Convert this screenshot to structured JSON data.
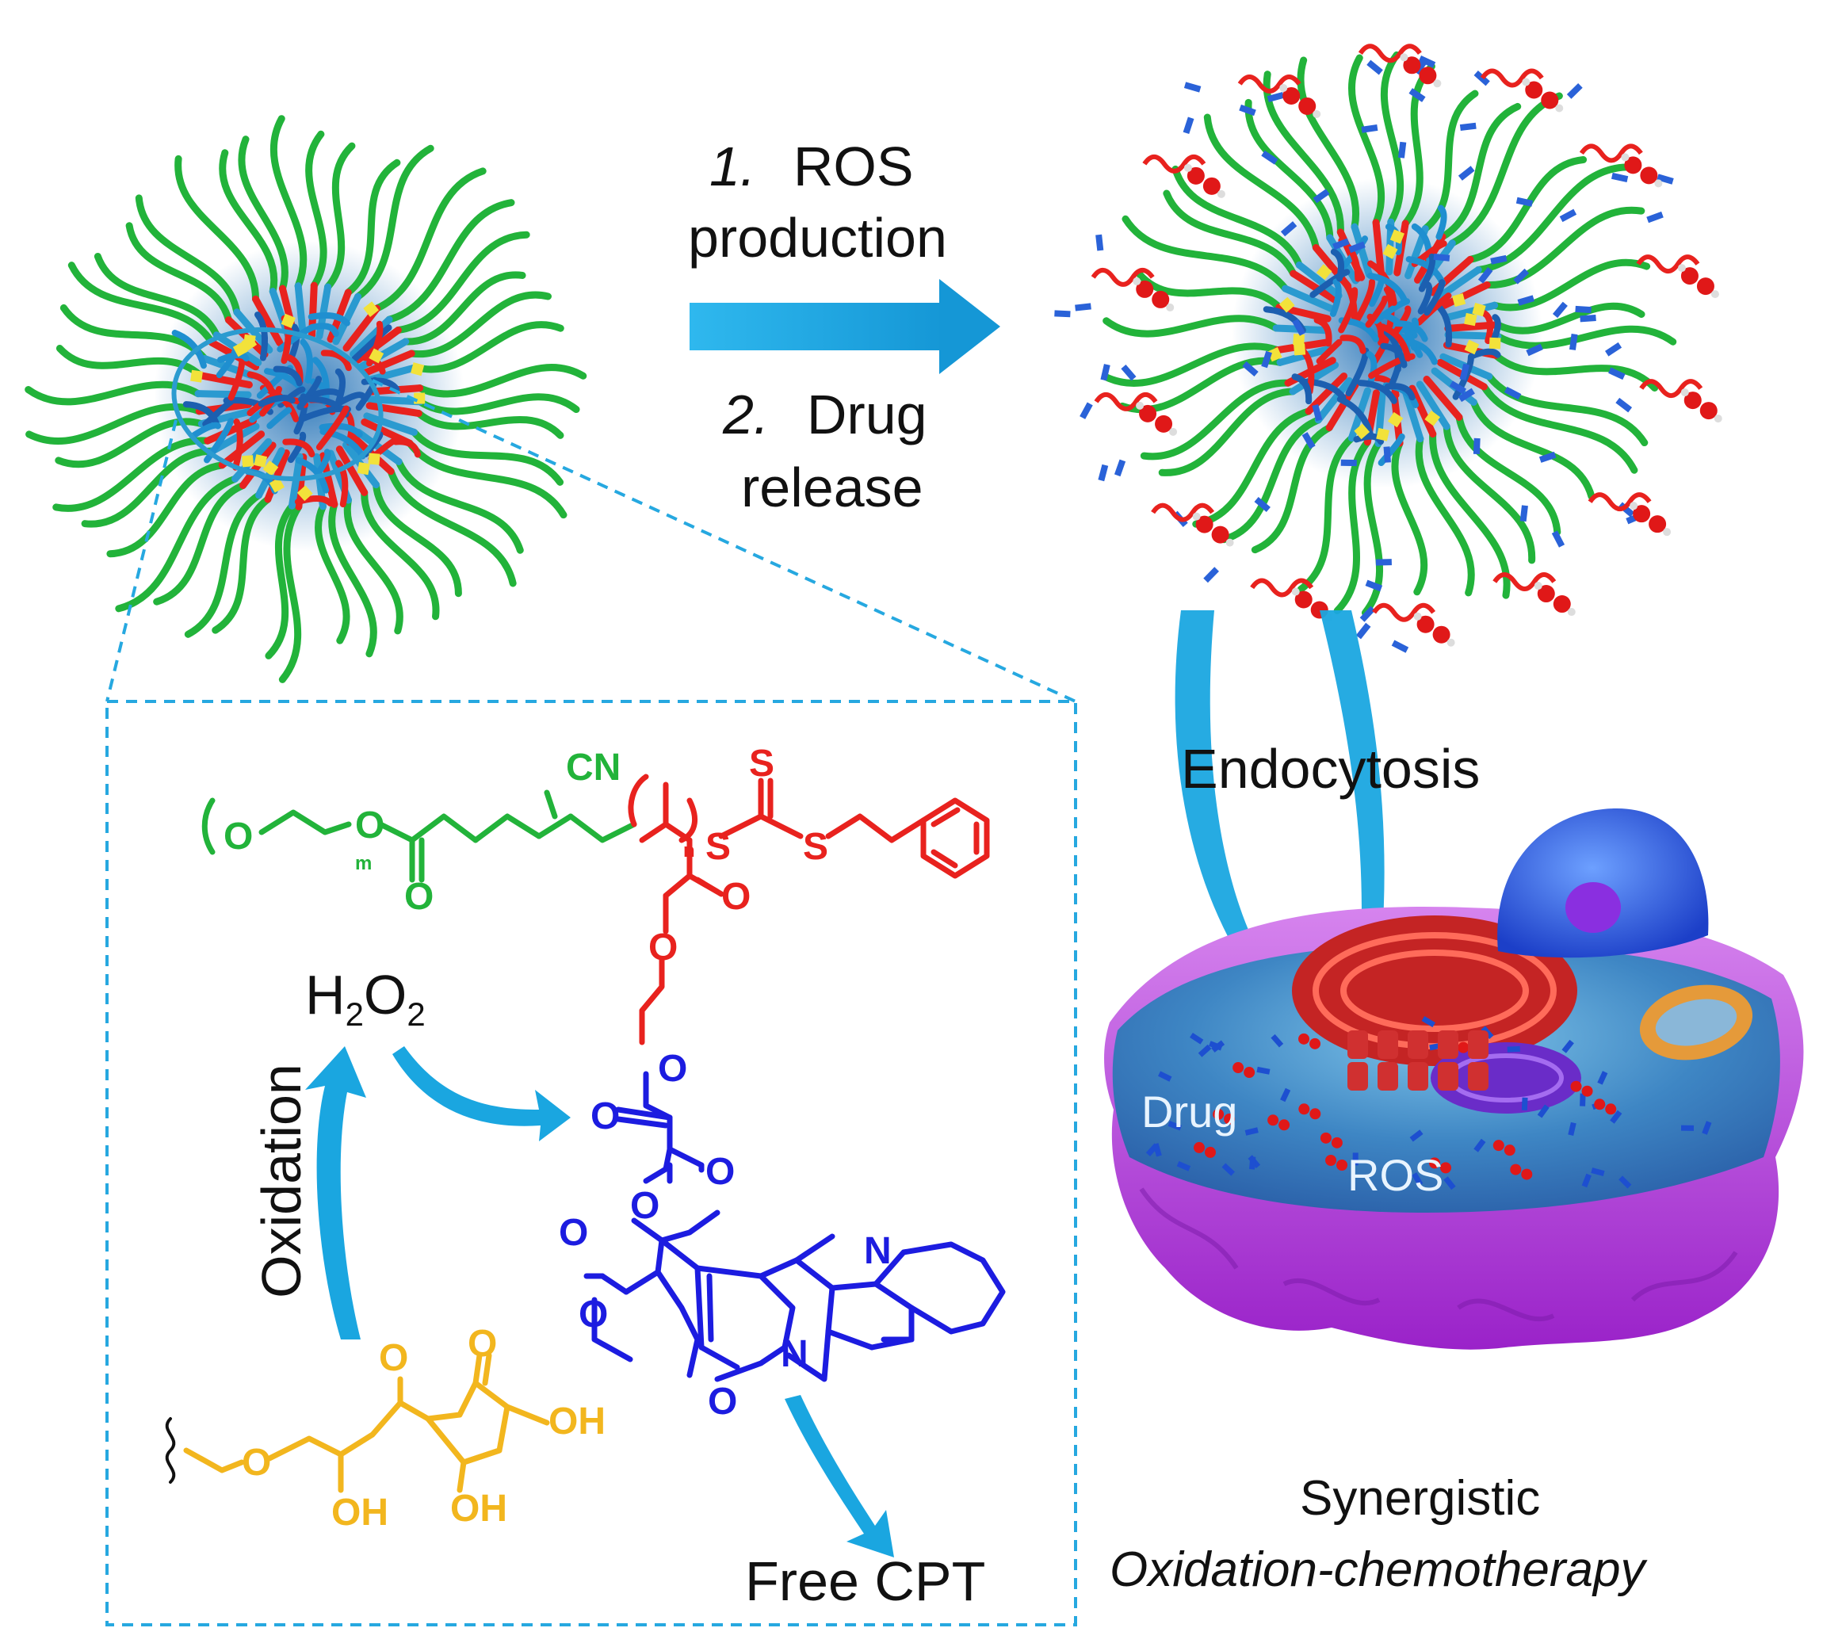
{
  "step1": {
    "number": "1.",
    "line1": "ROS",
    "line2": "production"
  },
  "step2": {
    "number": "2.",
    "line1": "Drug",
    "line2": "release"
  },
  "endocytosis_label": "Endocytosis",
  "cell_labels": {
    "drug": "Drug",
    "ros": "ROS"
  },
  "h2o2_label": {
    "main_h": "H",
    "sub1": "2",
    "main_o": "O",
    "sub2": "2"
  },
  "oxidation_label": "Oxidation",
  "free_cpt_label": "Free CPT",
  "footer": {
    "line1": "Synergistic",
    "line2": "Oxidation-chemotherapy"
  },
  "chem_labels": {
    "cn": "CN",
    "s_top": "S",
    "s1": "S",
    "s2": "S",
    "m": "m",
    "n": "n",
    "o": "O",
    "n_atom": "N",
    "oh": "OH"
  },
  "colors": {
    "peg_green": "#22b33a",
    "linker_red": "#e8221e",
    "cpt_blue": "#1c1ce0",
    "vitc_yellow": "#f2b61e",
    "arrow_blue": "#1aa6e0",
    "cell_purple": "#b53ad8",
    "cell_interior": "#3f8fc9",
    "box_dash": "#26a8e0"
  }
}
